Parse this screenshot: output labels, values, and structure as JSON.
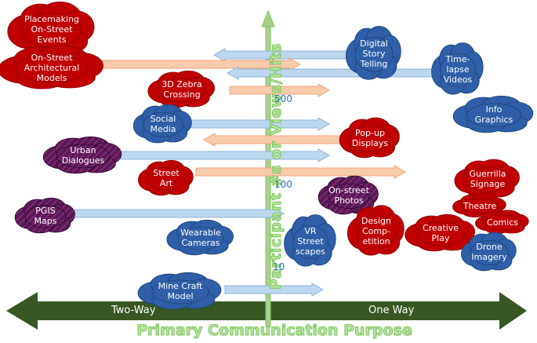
{
  "colors": {
    "red_cloud": "#c00000",
    "blue_cloud": "#2e5fa8",
    "hatched_cloud": "#5a1a55",
    "blue_arrow": "#bdd7ee",
    "orange_arrow": "#f8cbad",
    "green_axis": "#385723",
    "light_green": "#a9d18e"
  },
  "axis": {
    "y_label": "Participant #s or Views/Hits",
    "x_label": "Primary Communication Purpose",
    "ticks": [
      "500",
      "100",
      "10"
    ],
    "left_band": "Two-Way",
    "right_band": "One Way"
  },
  "clouds": [
    {
      "text": "Placemaking\nOn-Street\nEvents",
      "style": "red"
    },
    {
      "text": "On-Street\nArchitectural\nModels",
      "style": "red"
    },
    {
      "text": "3D Zebra\nCrossing",
      "style": "red"
    },
    {
      "text": "Social\nMedia",
      "style": "blue"
    },
    {
      "text": "Urban\nDialogues",
      "style": "hatched"
    },
    {
      "text": "Street\nArt",
      "style": "red"
    },
    {
      "text": "PGIS\nMaps",
      "style": "hatched"
    },
    {
      "text": "Wearable\nCameras",
      "style": "blue"
    },
    {
      "text": "Mine Craft\nModel",
      "style": "blue"
    },
    {
      "text": "Digital\nStory\nTelling",
      "style": "blue"
    },
    {
      "text": "Time-\nlapse\nVideos",
      "style": "blue"
    },
    {
      "text": "Info\nGraphics",
      "style": "blue"
    },
    {
      "text": "Pop-up\nDisplays",
      "style": "red"
    },
    {
      "text": "On-street\nPhotos",
      "style": "hatched"
    },
    {
      "text": "Guerrilla\nSignage",
      "style": "red"
    },
    {
      "text": "Theatre",
      "style": "red"
    },
    {
      "text": "Comics",
      "style": "red"
    },
    {
      "text": "VR\nStreet\nscapes",
      "style": "blue"
    },
    {
      "text": "Design\nComp-\netition",
      "style": "red"
    },
    {
      "text": "Creative\nPlay",
      "style": "red"
    },
    {
      "text": "Drone\nImagery",
      "style": "blue"
    }
  ]
}
